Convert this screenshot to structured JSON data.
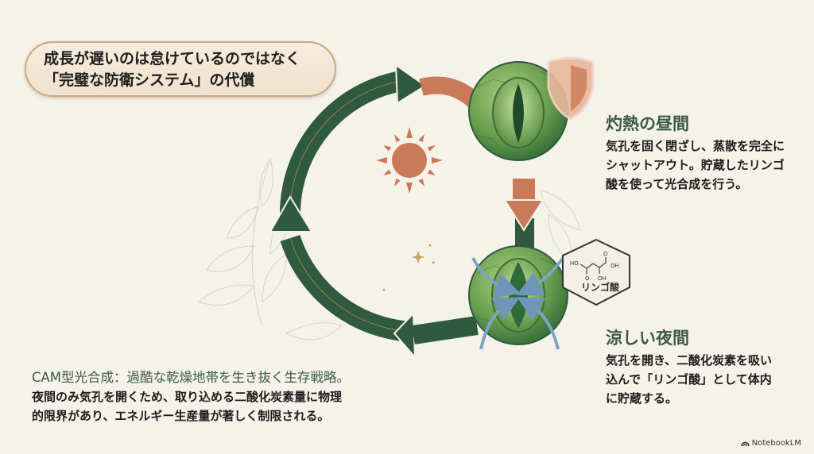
{
  "title": {
    "line1": "成長が遅いのは怠けているのではなく",
    "line2": "「完璧な防衛システム」の代償"
  },
  "day": {
    "heading": "灼熱の昼間",
    "body": [
      "気孔を固く閉ざし、蒸散を完全に",
      "シャットアウト。貯蔵したリンゴ",
      "酸を使って光合成を行う。"
    ],
    "icon": "sun-icon",
    "badge_icon": "shield-icon",
    "color": "#c97a58"
  },
  "night": {
    "heading": "涼しい夜間",
    "body": [
      "気孔を開き、二酸化炭素を吸い",
      "込んで「リンゴ酸」として体内",
      "に貯蔵する。"
    ],
    "icon": "moon-icon",
    "color": "#c9a35c"
  },
  "molecule": {
    "label": "リンゴ酸",
    "groups": [
      "HO",
      "OH",
      "O",
      "O",
      "OH"
    ]
  },
  "summary": {
    "heading": "CAM型光合成：過酷な乾燥地帯を生き抜く生存戦略。",
    "body": [
      "夜間のみ気孔を開くため、取り込める二酸化炭素量に物理",
      "的限界があり、エネルギー生産量が著しく制限される。"
    ]
  },
  "colors": {
    "cycle_arrow": "#2f5a3f",
    "day_arrow": "#c97a58",
    "stoma_green": "#6a9e4f",
    "co2_arrows": "#7fa3c4",
    "background": "#f5f2ea"
  },
  "brand": {
    "label": "NotebookLM"
  }
}
